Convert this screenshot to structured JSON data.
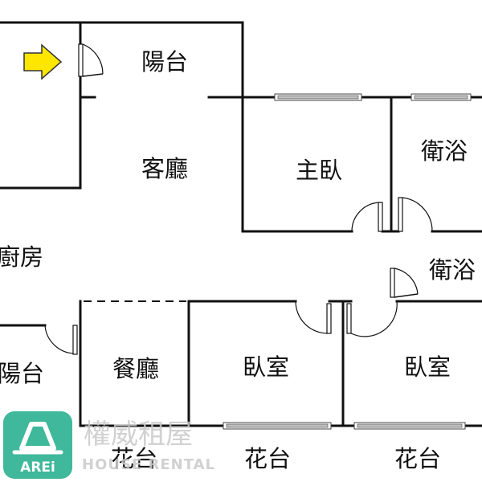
{
  "rooms": {
    "balcony_top": "陽台",
    "living_room": "客廳",
    "master_bedroom": "主臥",
    "bathroom_right": "衛浴",
    "kitchen": "廚房",
    "bathroom_middle": "衛浴",
    "balcony_left": "陽台",
    "dining_room": "餐廳",
    "bedroom_middle": "臥室",
    "bedroom_right": "臥室",
    "terrace_left": "花台",
    "terrace_middle": "花台",
    "terrace_right": "花台"
  },
  "watermark": {
    "logo_text": "AREi",
    "brand_cn": "權威租屋",
    "brand_en": "HOUSE RENTAL"
  },
  "colors": {
    "entrance_arrow": "#ffe600",
    "logo_green": "#2fb292",
    "wall": "#111111",
    "watermark_gray": "#c9c9c9"
  },
  "icons": {
    "entrance": "entrance-arrow-icon",
    "logo": "arei-logo-icon"
  }
}
